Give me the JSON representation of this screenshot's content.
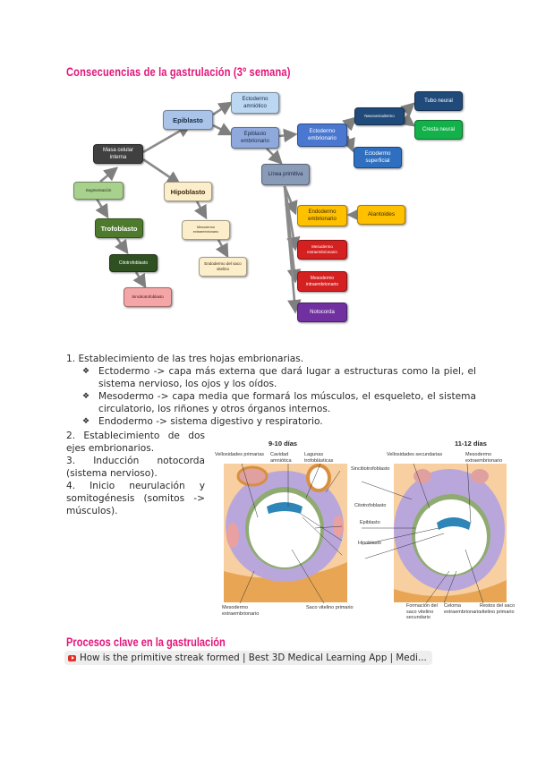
{
  "headings": {
    "section1": "Consecuencias de la gastrulación (3º semana)",
    "section2": "Procesos clave en la gastrulación"
  },
  "diagram": {
    "nodes": [
      {
        "id": "masa",
        "label": "Masa celular interna",
        "color": "#404040",
        "text": "#ffffff"
      },
      {
        "id": "epiblasto",
        "label": "Epiblasto",
        "color": "#a9c4e8",
        "text": "#1a2a44"
      },
      {
        "id": "ecto_amnio",
        "label": "Ectodermo amniótico",
        "color": "#bcd7f2",
        "text": "#1a2a44"
      },
      {
        "id": "epi_embrio",
        "label": "Epiblasto embrionario",
        "color": "#8fa9dc",
        "text": "#1a2a44"
      },
      {
        "id": "linea",
        "label": "Línea primitiva",
        "color": "#8a9bb8",
        "text": "#1a2a44"
      },
      {
        "id": "ecto_embrio",
        "label": "Ectodermo embrionario",
        "color": "#4a78d0",
        "text": "#ffffff"
      },
      {
        "id": "neuroecto",
        "label": "Neuroectodermo",
        "color": "#1f4a7a",
        "text": "#ffffff"
      },
      {
        "id": "tubo",
        "label": "Tubo neural",
        "color": "#1f4a7a",
        "text": "#ffffff"
      },
      {
        "id": "cresta",
        "label": "Cresta neural",
        "color": "#12b14a",
        "text": "#ffffff"
      },
      {
        "id": "ecto_sup",
        "label": "Ectodermo superficial",
        "color": "#2f6fc0",
        "text": "#ffffff"
      },
      {
        "id": "segm",
        "label": "Segmentación",
        "color": "#a9d18e",
        "text": "#1a2a10"
      },
      {
        "id": "trofo",
        "label": "Trofoblasto",
        "color": "#4e7a2e",
        "text": "#ffffff"
      },
      {
        "id": "citotrofo",
        "label": "Citotrofoblasto",
        "color": "#2f5020",
        "text": "#ffffff"
      },
      {
        "id": "sincitio",
        "label": "Sincitiotrofoblasto",
        "color": "#f4a6a6",
        "text": "#3a1010"
      },
      {
        "id": "hipoblasto",
        "label": "Hipoblasto",
        "color": "#fdeecb",
        "text": "#3a2a10"
      },
      {
        "id": "meso_extra_h",
        "label": "Mesodermo extraembrionario",
        "color": "#fdeecb",
        "text": "#3a2a10"
      },
      {
        "id": "endo_saco",
        "label": "Endodermo del saco vitelino",
        "color": "#fdeecb",
        "text": "#3a2a10"
      },
      {
        "id": "endo_embrio",
        "label": "Endodermo embrionario",
        "color": "#ffc000",
        "text": "#3a2a00"
      },
      {
        "id": "alantoides",
        "label": "Alantoides",
        "color": "#ffc000",
        "text": "#3a2a00"
      },
      {
        "id": "meso_extra",
        "label": "Mesodermo extraembrionario",
        "color": "#d42020",
        "text": "#ffffff"
      },
      {
        "id": "meso_intra",
        "label": "Mesodermo intraembrionario",
        "color": "#d42020",
        "text": "#ffffff"
      },
      {
        "id": "notocorda",
        "label": "Notocorda",
        "color": "#7030a0",
        "text": "#ffffff"
      }
    ]
  },
  "content": {
    "item1": "1. Establecimiento de las tres hojas embrionarias.",
    "bullet_symbol": "❖",
    "bullets": [
      "Ectodermo -> capa más externa que dará lugar a estructuras como la piel, el sistema nervioso, los ojos y los oídos.",
      "Mesodermo -> capa media que formará los músculos, el esqueleto, el sistema circulatorio, los riñones y otros órganos internos.",
      "Endodermo -> sistema digestivo y respiratorio."
    ],
    "item2": "2. Establecimiento de dos ejes embrionarios.",
    "item3": "3. Inducción notocorda (sistema nervioso).",
    "item4": "4. Inicio neurulación y somitogénesis (somitos -> músculos)."
  },
  "illustration": {
    "day_left": "9-10 días",
    "day_right": "11-12 días",
    "labels": {
      "vellosidades_primarias": "Vellosidades primarias",
      "cavidad_amniotica": "Cavidad amniótica",
      "lagunas": "Lagunas trofoblásticas",
      "vellosidades_secundarias": "Vellosidades secundarias",
      "mesodermo_extra_top": "Mesodermo extraembrionario",
      "sincitiotrofoblasto": "Sincitiotrofoblasto",
      "citotrofoblasto": "Citotrofoblasto",
      "epiblasto": "Epiblasto",
      "hipoblasto": "Hipoblasto",
      "mesodermo_extra_bottom": "Mesodermo extraembrionario",
      "saco_vitelino_primario": "Saco vitelino primario",
      "formacion_saco": "Formación del saco vitelino secundario",
      "celoma": "Celoma extraembrionario",
      "restos_saco": "Restos del saco vitelino primario"
    }
  },
  "link": {
    "icon": "youtube-icon",
    "text": "How is the primitive streak formed | Best 3D Medical Learning App | Medi..."
  }
}
